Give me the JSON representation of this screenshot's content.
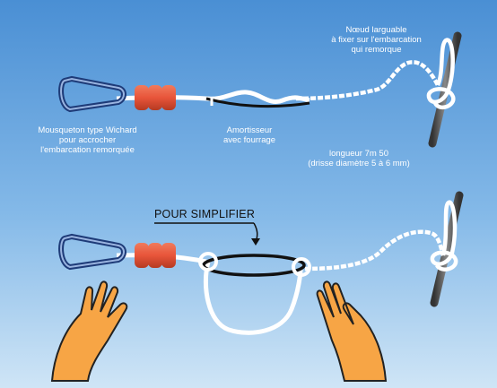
{
  "labels": {
    "mousqueton": [
      "Mousqueton type Wichard",
      "pour accrocher",
      "l'embarcation remorquée"
    ],
    "amortisseur": [
      "Amortisseur",
      "avec fourrage"
    ],
    "noeud": [
      "Nœud larguable",
      "à fixer sur l'embarcation",
      "qui remorque"
    ],
    "longueur": [
      "longueur 7m 50",
      "(drisse diamètre 5 à 6 mm)"
    ],
    "simplifier": "POUR SIMPLIFIER"
  },
  "colors": {
    "sky_top": "#4f93d6",
    "sky_bottom": "#cfe6f7",
    "rope": "#ffffff",
    "buoy": "#e8553a",
    "carabiner": "#2a4a8a",
    "pole": "#555555",
    "hand": "#f7a545"
  },
  "icons": [
    "carabiner-icon",
    "pole-icon",
    "hand-left-icon",
    "hand-right-icon",
    "arrow-icon"
  ]
}
